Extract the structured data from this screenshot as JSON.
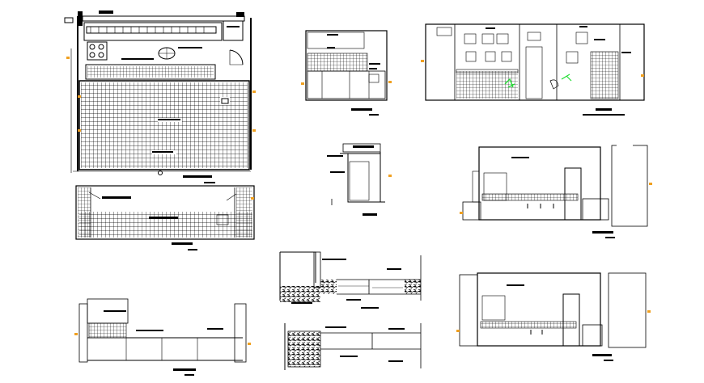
{
  "sheet": {
    "background": "#ffffff",
    "line_color": "#000000",
    "marker_color": "#f0a020",
    "highlight_color": "#22dd33"
  },
  "views": [
    {
      "id": "kitchen-plan",
      "kind": "floor-plan",
      "tile_hatch": true
    },
    {
      "id": "elevation-small",
      "kind": "elevation",
      "tile_hatch": true
    },
    {
      "id": "elevation-wide",
      "kind": "elevation",
      "tile_hatch": true
    },
    {
      "id": "long-section-hatched",
      "kind": "section",
      "tile_hatch": true
    },
    {
      "id": "counter-detail",
      "kind": "detail",
      "tile_hatch": false
    },
    {
      "id": "section-right-upper",
      "kind": "section",
      "tile_hatch": false
    },
    {
      "id": "wall-section-detail",
      "kind": "detail",
      "tile_hatch": false
    },
    {
      "id": "section-lower-left",
      "kind": "section",
      "tile_hatch": false
    },
    {
      "id": "section-right-lower",
      "kind": "section",
      "tile_hatch": false
    }
  ]
}
